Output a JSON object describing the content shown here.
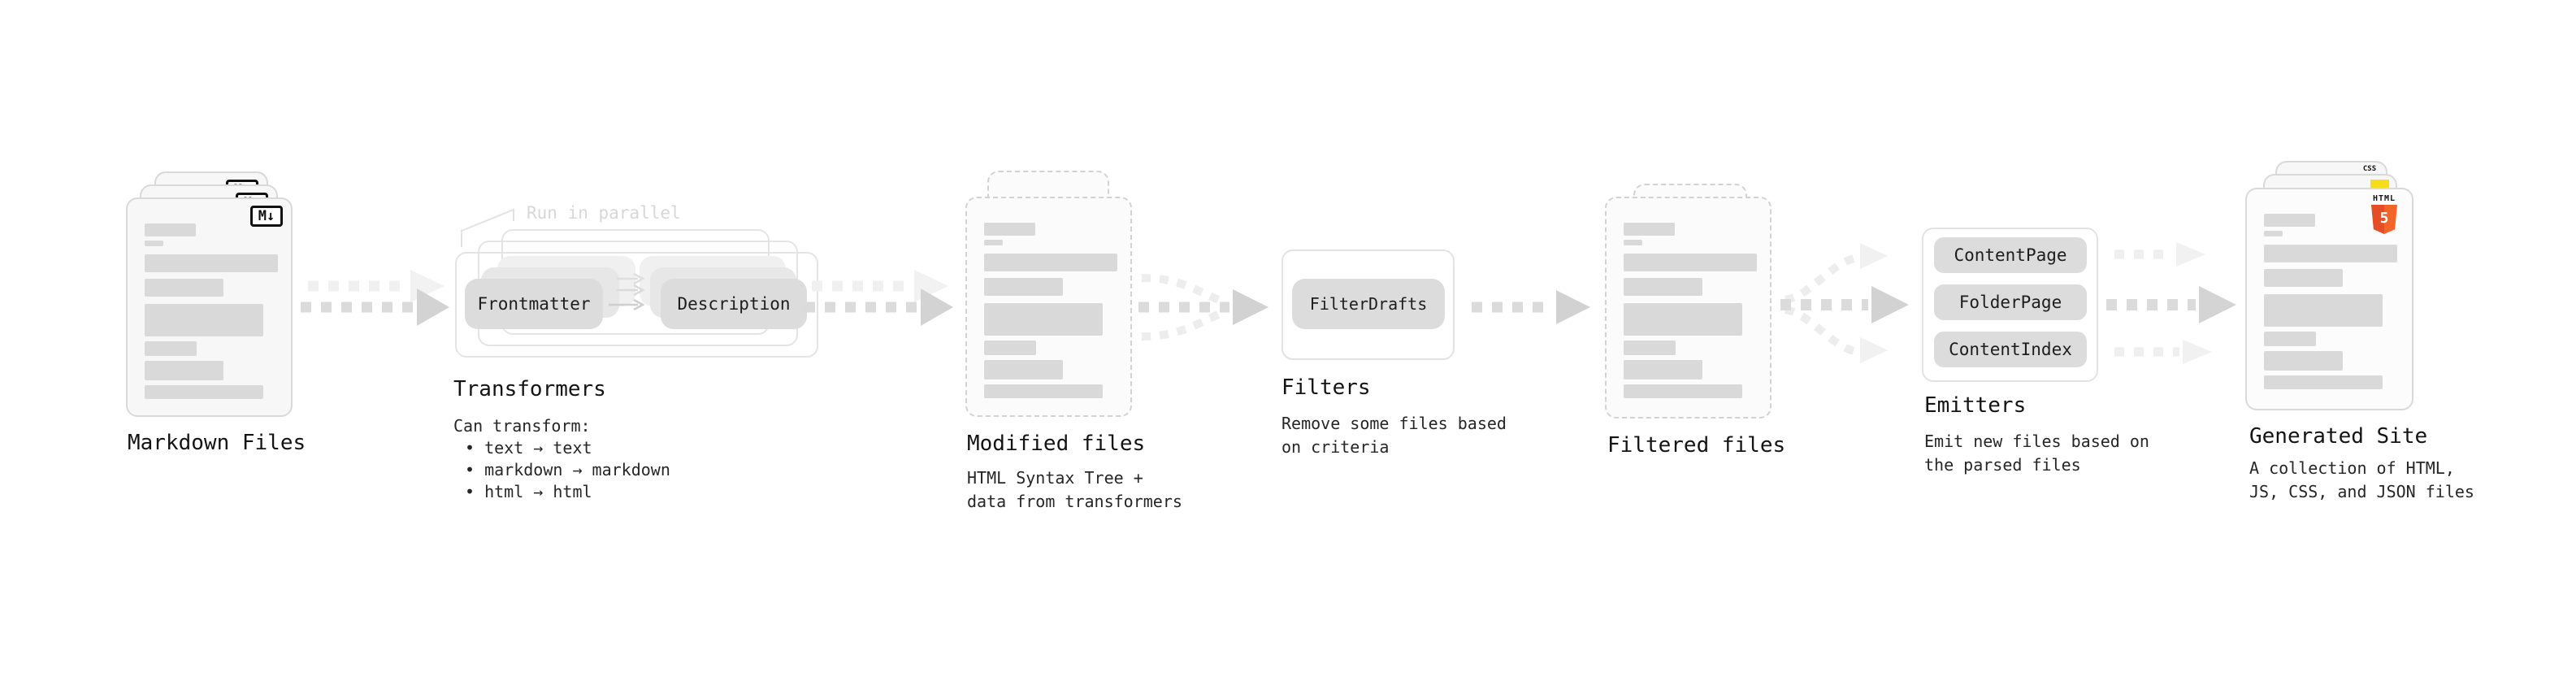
{
  "stages": {
    "markdown": {
      "label": "Markdown Files",
      "badge": "M↓"
    },
    "transformers": {
      "label": "Transformers",
      "note": "Run in parallel",
      "button_a": "Frontmatter",
      "button_b": "Description",
      "desc_title": "Can transform:",
      "bullets": [
        "• text → text",
        "• markdown → markdown",
        "• html → html"
      ]
    },
    "modified": {
      "label": "Modified files",
      "description": "HTML Syntax Tree +\ndata from transformers"
    },
    "filters": {
      "label": "Filters",
      "button": "FilterDrafts",
      "description": "Remove some files based\non criteria"
    },
    "filtered": {
      "label": "Filtered files"
    },
    "emitters": {
      "label": "Emitters",
      "buttons": [
        "ContentPage",
        "FolderPage",
        "ContentIndex"
      ],
      "description": "Emit new files based on\nthe parsed files"
    },
    "generated": {
      "label": "Generated Site",
      "description": "A collection of HTML,\nJS, CSS, and JSON files",
      "badge_html_word": "HTML",
      "badge_html_five": "5",
      "badge_css": "CSS"
    }
  },
  "colors": {
    "html5_orange": "#e44d26",
    "js_yellow": "#f5de19",
    "css_blue": "#2062af",
    "bar_gray": "#d9d9d9"
  }
}
